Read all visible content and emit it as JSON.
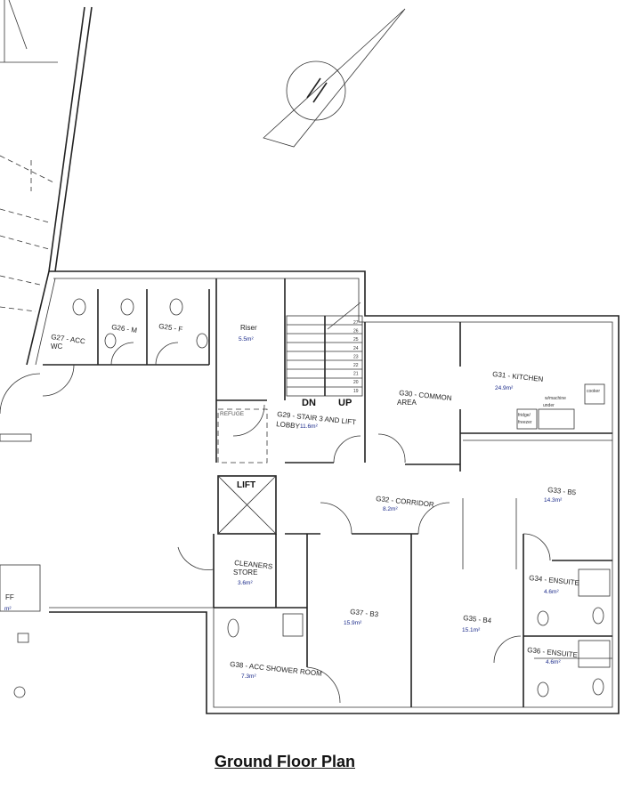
{
  "title": "Ground Floor Plan",
  "rooms": {
    "g27": {
      "name": "G27 - ACC",
      "name2": "WC"
    },
    "g26": {
      "name": "G26 - M"
    },
    "g25": {
      "name": "G25 - F"
    },
    "riser": {
      "name": "Riser",
      "area": "5.5m²"
    },
    "refuge": {
      "name": "REFUGE"
    },
    "g29": {
      "name": "G29 - STAIR 3 AND LIFT",
      "name2": "LOBBY",
      "area": "11.6m²"
    },
    "g30": {
      "name": "G30 - COMMON",
      "name2": "AREA"
    },
    "g31": {
      "name": "G31 - KITCHEN",
      "area": "24.9m²",
      "cooker": "cooker",
      "wmachine": "w/machine",
      "under": "under",
      "fridge": "fridge/",
      "freezer": "freezer"
    },
    "g32": {
      "name": "G32 - CORRIDOR",
      "area": "8.2m²"
    },
    "g33": {
      "name": "G33 - B5",
      "area": "14.3m²"
    },
    "lift": {
      "name": "LIFT"
    },
    "cleaners": {
      "name": "CLEANERS",
      "name2": "STORE",
      "area": "3.6m²"
    },
    "g34": {
      "name": "G34 - ENSUITE",
      "area": "4.6m²"
    },
    "g37": {
      "name": "G37 - B3",
      "area": "15.9m²"
    },
    "g35": {
      "name": "G35 - B4",
      "area": "15.1m²"
    },
    "g36": {
      "name": "G36 - ENSUITE",
      "area": "4.6m²"
    },
    "g38": {
      "name": "G38 - ACC SHOWER ROOM",
      "area": "7.3m²"
    },
    "partial_left": {
      "name": "FF",
      "area": "m²"
    }
  },
  "stair": {
    "down": "DN",
    "up": "UP",
    "steps": [
      "27",
      "26",
      "25",
      "24",
      "23",
      "22",
      "21",
      "20",
      "19"
    ]
  }
}
